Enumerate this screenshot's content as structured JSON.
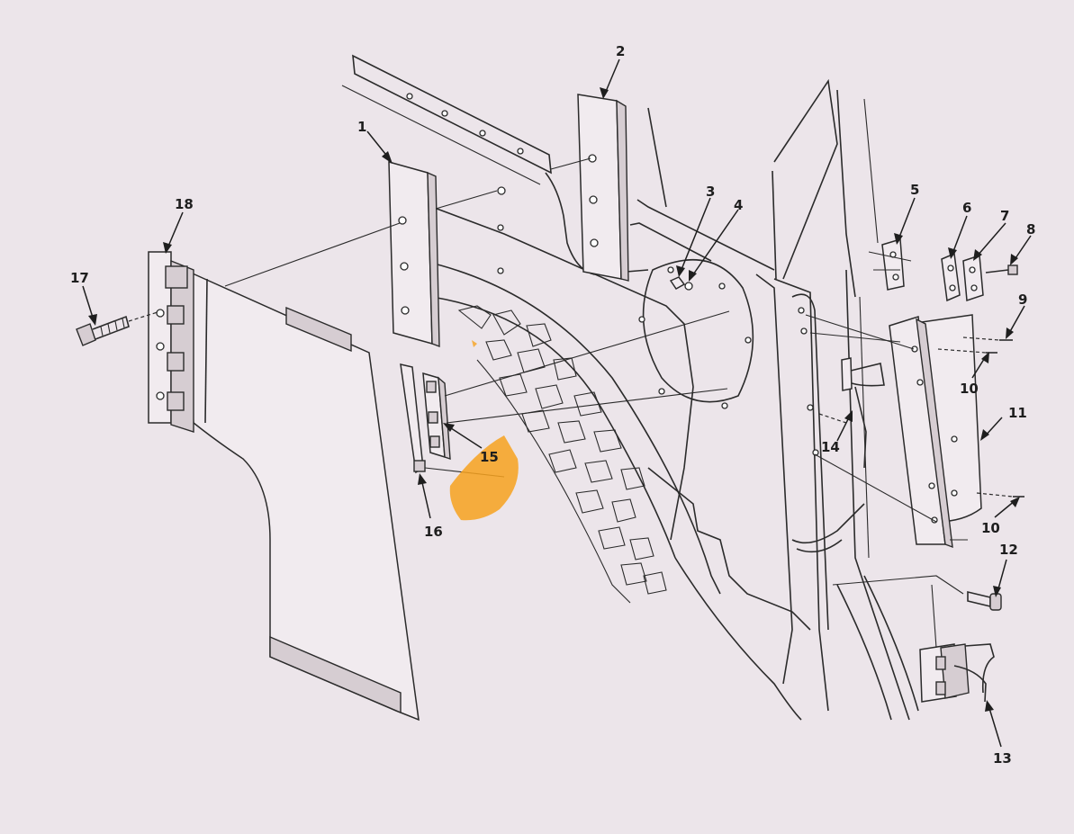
{
  "callouts": [
    {
      "id": "1",
      "label": "1"
    },
    {
      "id": "2",
      "label": "2"
    },
    {
      "id": "3",
      "label": "3"
    },
    {
      "id": "4",
      "label": "4"
    },
    {
      "id": "5",
      "label": "5"
    },
    {
      "id": "6",
      "label": "6"
    },
    {
      "id": "7",
      "label": "7"
    },
    {
      "id": "8",
      "label": "8"
    },
    {
      "id": "9",
      "label": "9"
    },
    {
      "id": "10a",
      "label": "10"
    },
    {
      "id": "10b",
      "label": "10"
    },
    {
      "id": "11",
      "label": "11"
    },
    {
      "id": "12",
      "label": "12"
    },
    {
      "id": "13",
      "label": "13"
    },
    {
      "id": "14",
      "label": "14"
    },
    {
      "id": "15",
      "label": "15"
    },
    {
      "id": "16",
      "label": "16"
    },
    {
      "id": "17",
      "label": "17"
    },
    {
      "id": "18",
      "label": "18"
    }
  ],
  "colors": {
    "paper": "#ece5ea",
    "ink": "#2b2b2b",
    "highlight": "#f7a21e"
  }
}
